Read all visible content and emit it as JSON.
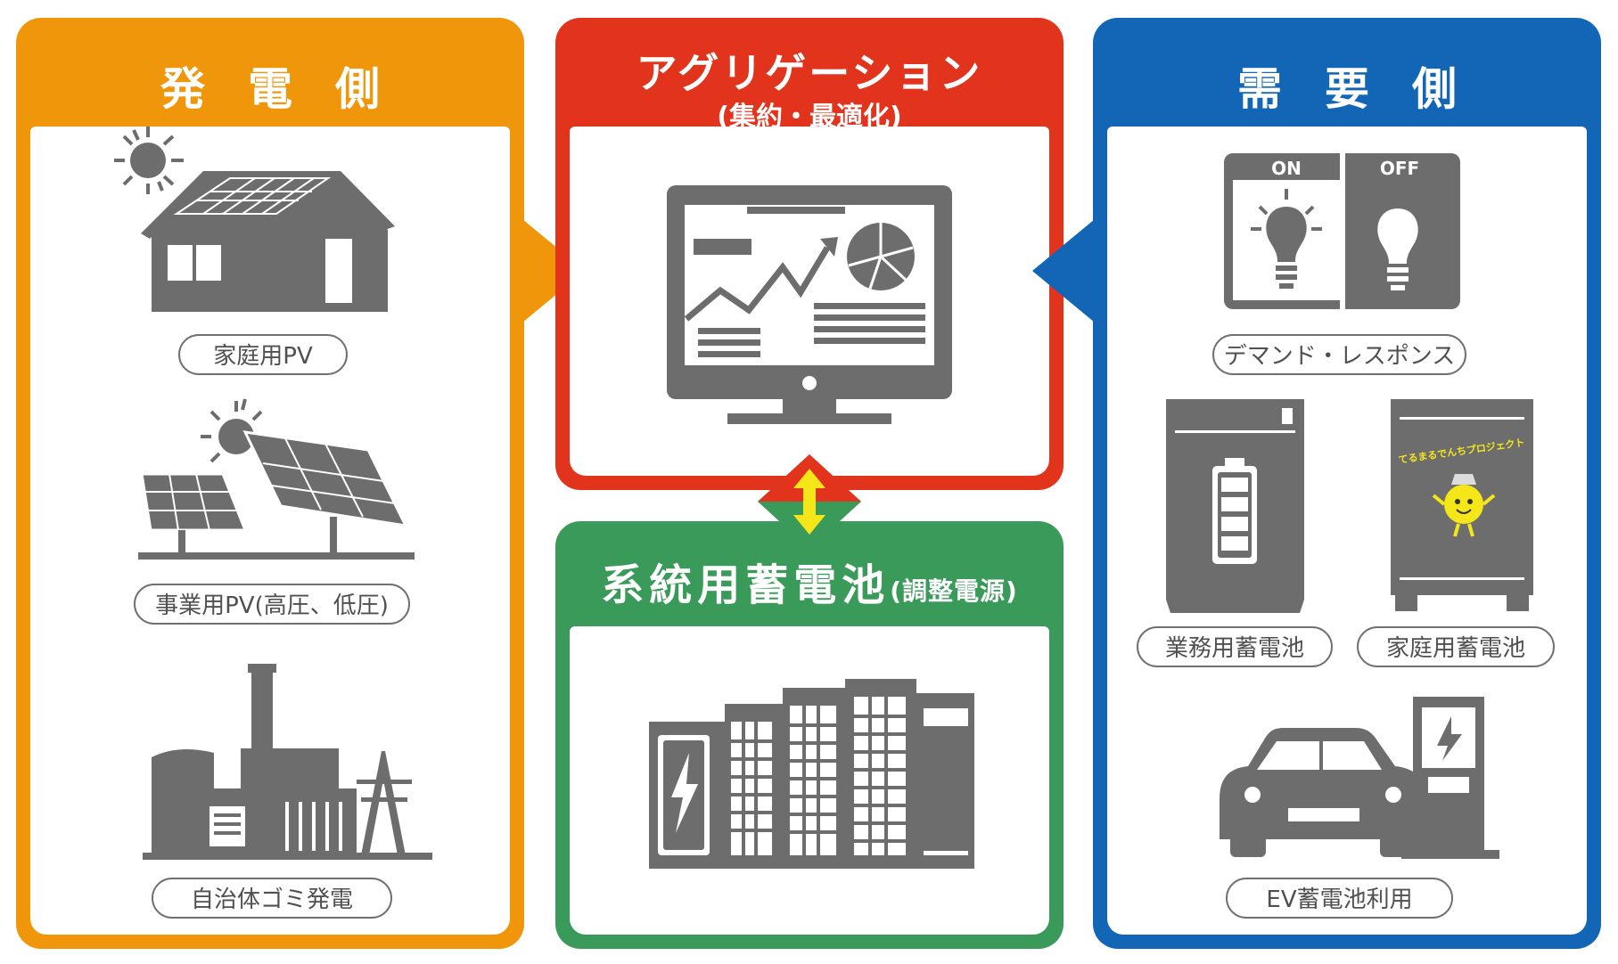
{
  "generation": {
    "title": "発電側",
    "items": [
      {
        "label": "家庭用PV"
      },
      {
        "label": "事業用PV(高圧、低圧)"
      },
      {
        "label": "自治体ゴミ発電"
      }
    ]
  },
  "aggregation": {
    "title": "アグリゲーション",
    "subtitle": "(集約・最適化)"
  },
  "grid_battery": {
    "title": "系統用蓄電池",
    "subtitle": "(調整電源)"
  },
  "demand": {
    "title": "需要側",
    "switch": {
      "on_label": "ON",
      "off_label": "OFF"
    },
    "items": [
      {
        "label": "デマンド・レスポンス"
      },
      {
        "label": "業務用蓄電池"
      },
      {
        "label": "家庭用蓄電池"
      },
      {
        "label": "EV蓄電池利用"
      }
    ],
    "product_label": "てるまるでんちプロジェクト"
  },
  "colors": {
    "generation": "#f0960b",
    "aggregation": "#e2341d",
    "grid_battery": "#3a9a59",
    "demand": "#1366b6",
    "connector": "#f5e61a",
    "icon": "#6d6d6d"
  }
}
